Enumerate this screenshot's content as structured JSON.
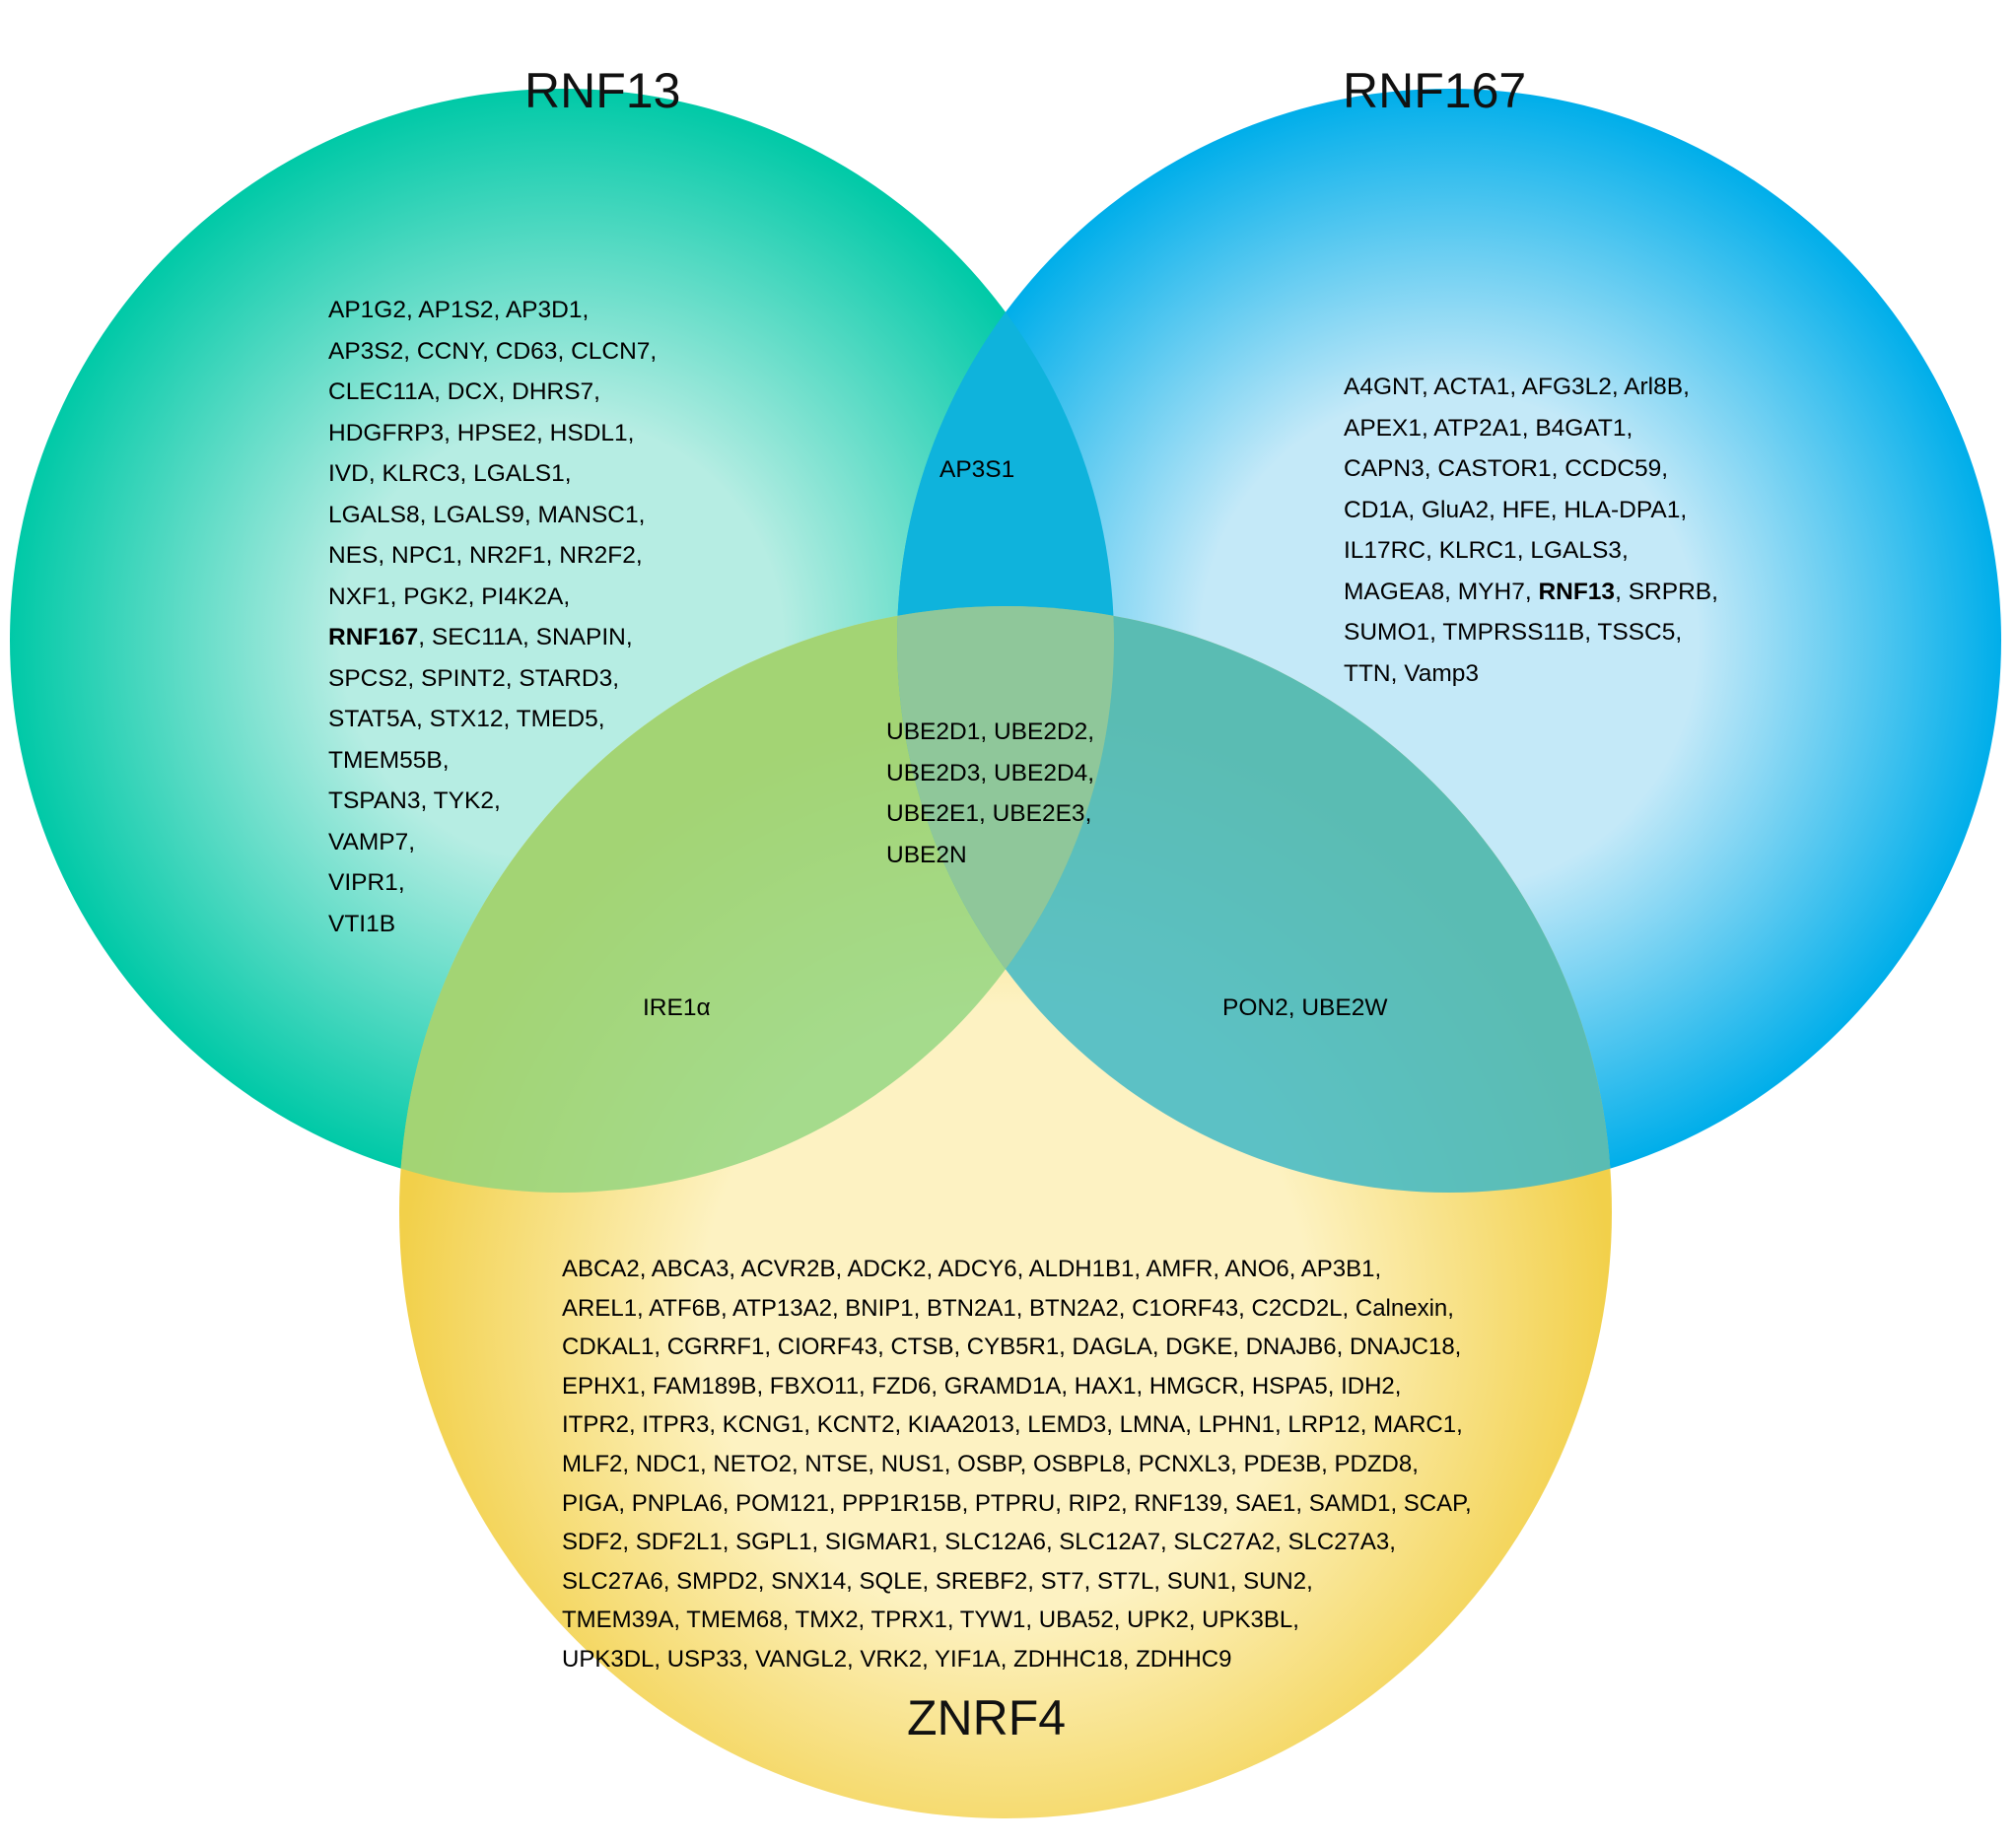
{
  "colors": {
    "rnf13": "#00c9a7",
    "rnf13_center": "#b6ede3",
    "rnf167": "#00aeea",
    "rnf167_center": "#c4e9f8",
    "znrf4": "#f2d04a",
    "znrf4_center": "#fdf2c2",
    "rnf13_rnf167_overlap": "#0fb3dc",
    "rnf13_znrf4_overlap": "#8fd47e",
    "rnf167_znrf4_overlap": "#3fb8c6",
    "all_overlap": "#8fc79a"
  },
  "sets": {
    "rnf13": {
      "label": "RNF13",
      "lines": [
        [
          "AP1G2",
          "AP1S2",
          "AP3D1"
        ],
        [
          "AP3S2",
          "CCNY",
          "CD63",
          "CLCN7"
        ],
        [
          "CLEC11A",
          "DCX",
          "DHRS7"
        ],
        [
          "HDGFRP3",
          "HPSE2",
          "HSDL1"
        ],
        [
          "IVD",
          "KLRC3",
          "LGALS1"
        ],
        [
          "LGALS8",
          "LGALS9",
          "MANSC1"
        ],
        [
          "NES",
          "NPC1",
          "NR2F1",
          "NR2F2"
        ],
        [
          "NXF1",
          "PGK2",
          "PI4K2A"
        ],
        [
          "RNF167",
          "SEC11A",
          "SNAPIN"
        ],
        [
          "SPCS2",
          "SPINT2",
          "STARD3"
        ],
        [
          "STAT5A",
          "STX12",
          "TMED5"
        ],
        [
          "TMEM55B"
        ],
        [
          "TSPAN3",
          "TYK2"
        ],
        [
          "VAMP7"
        ],
        [
          "VIPR1"
        ],
        [
          "VTI1B"
        ]
      ],
      "bold": [
        "RNF167"
      ]
    },
    "rnf167": {
      "label": "RNF167",
      "lines": [
        [
          "A4GNT",
          "ACTA1",
          "AFG3L2",
          "Arl8B"
        ],
        [
          "APEX1",
          "ATP2A1",
          "B4GAT1"
        ],
        [
          "CAPN3",
          "CASTOR1",
          "CCDC59"
        ],
        [
          "CD1A",
          "GluA2",
          "HFE",
          "HLA-DPA1"
        ],
        [
          "IL17RC",
          "KLRC1",
          "LGALS3"
        ],
        [
          "MAGEA8",
          "MYH7",
          "RNF13",
          "SRPRB"
        ],
        [
          "SUMO1",
          "TMPRSS11B",
          "TSSC5"
        ],
        [
          "TTN",
          "Vamp3"
        ]
      ],
      "bold": [
        "RNF13"
      ]
    },
    "znrf4": {
      "label": "ZNRF4",
      "lines": [
        [
          "ABCA2",
          "ABCA3",
          "ACVR2B",
          "ADCK2",
          "ADCY6",
          "ALDH1B1",
          "AMFR",
          "ANO6",
          "AP3B1"
        ],
        [
          "AREL1",
          "ATF6B",
          "ATP13A2",
          "BNIP1",
          "BTN2A1",
          "BTN2A2",
          "C1ORF43",
          "C2CD2L",
          "Calnexin"
        ],
        [
          "CDKAL1",
          "CGRRF1",
          "CIORF43",
          "CTSB",
          "CYB5R1",
          "DAGLA",
          "DGKE",
          "DNAJB6",
          "DNAJC18"
        ],
        [
          "EPHX1",
          "FAM189B",
          "FBXO11",
          "FZD6",
          "GRAMD1A",
          "HAX1",
          "HMGCR",
          "HSPA5",
          "IDH2"
        ],
        [
          "ITPR2",
          "ITPR3",
          "KCNG1",
          "KCNT2",
          "KIAA2013",
          "LEMD3",
          "LMNA",
          "LPHN1",
          "LRP12",
          "MARC1"
        ],
        [
          "MLF2",
          "NDC1",
          "NETO2",
          "NTSE",
          "NUS1",
          "OSBP",
          "OSBPL8",
          "PCNXL3",
          "PDE3B",
          "PDZD8"
        ],
        [
          "PIGA",
          "PNPLA6",
          "POM121",
          "PPP1R15B",
          "PTPRU",
          "RIP2",
          "RNF139",
          "SAE1",
          "SAMD1",
          "SCAP"
        ],
        [
          "SDF2",
          "SDF2L1",
          "SGPL1",
          "SIGMAR1",
          "SLC12A6",
          "SLC12A7",
          "SLC27A2",
          "SLC27A3"
        ],
        [
          "SLC27A6",
          "SMPD2",
          "SNX14",
          "SQLE",
          "SREBF2",
          "ST7",
          "ST7L",
          "SUN1",
          "SUN2"
        ],
        [
          "TMEM39A",
          "TMEM68",
          "TMX2",
          "TPRX1",
          "TYW1",
          "UBA52",
          "UPK2",
          "UPK3BL"
        ],
        [
          "UPK3DL",
          "USP33",
          "VANGL2",
          "VRK2",
          "YIF1A",
          "ZDHHC18",
          "ZDHHC9"
        ]
      ],
      "bold": []
    }
  },
  "intersections": {
    "rnf13_rnf167": {
      "genes": [
        "AP3S1"
      ]
    },
    "rnf13_znrf4": {
      "genes": [
        "IRE1α"
      ]
    },
    "rnf167_znrf4": {
      "genes": [
        "PON2",
        "UBE2W"
      ]
    },
    "all": {
      "lines": [
        [
          "UBE2D1",
          "UBE2D2"
        ],
        [
          "UBE2D3",
          "UBE2D4"
        ],
        [
          "UBE2E1",
          "UBE2E3"
        ],
        [
          "UBE2N"
        ]
      ]
    }
  }
}
